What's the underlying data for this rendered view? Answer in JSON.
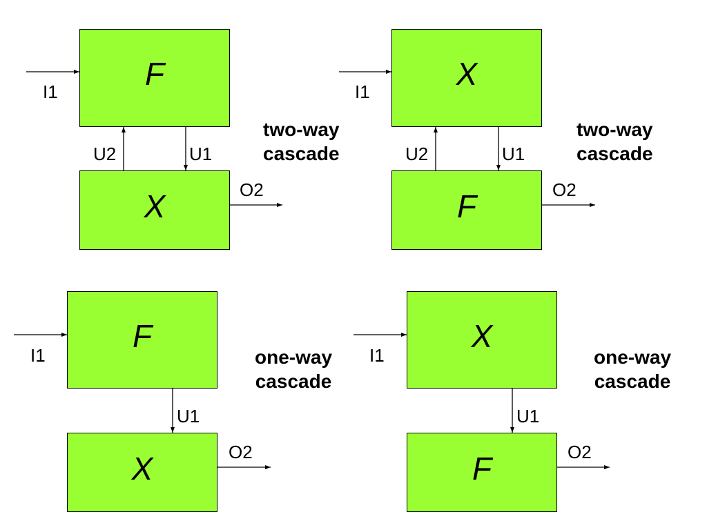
{
  "colors": {
    "box_fill": "#99ff33",
    "stroke": "#000000",
    "background": "#ffffff"
  },
  "diagrams": [
    {
      "top_block": "F",
      "bottom_block": "X",
      "input": "I1",
      "feedforward": "U1",
      "feedback": "U2",
      "output": "O2",
      "caption_line1": "two-way",
      "caption_line2": "cascade"
    },
    {
      "top_block": "X",
      "bottom_block": "F",
      "input": "I1",
      "feedforward": "U1",
      "feedback": "U2",
      "output": "O2",
      "caption_line1": "two-way",
      "caption_line2": "cascade"
    },
    {
      "top_block": "F",
      "bottom_block": "X",
      "input": "I1",
      "feedforward": "U1",
      "output": "O2",
      "caption_line1": "one-way",
      "caption_line2": "cascade"
    },
    {
      "top_block": "X",
      "bottom_block": "F",
      "input": "I1",
      "feedforward": "U1",
      "output": "O2",
      "caption_line1": "one-way",
      "caption_line2": "cascade"
    }
  ]
}
